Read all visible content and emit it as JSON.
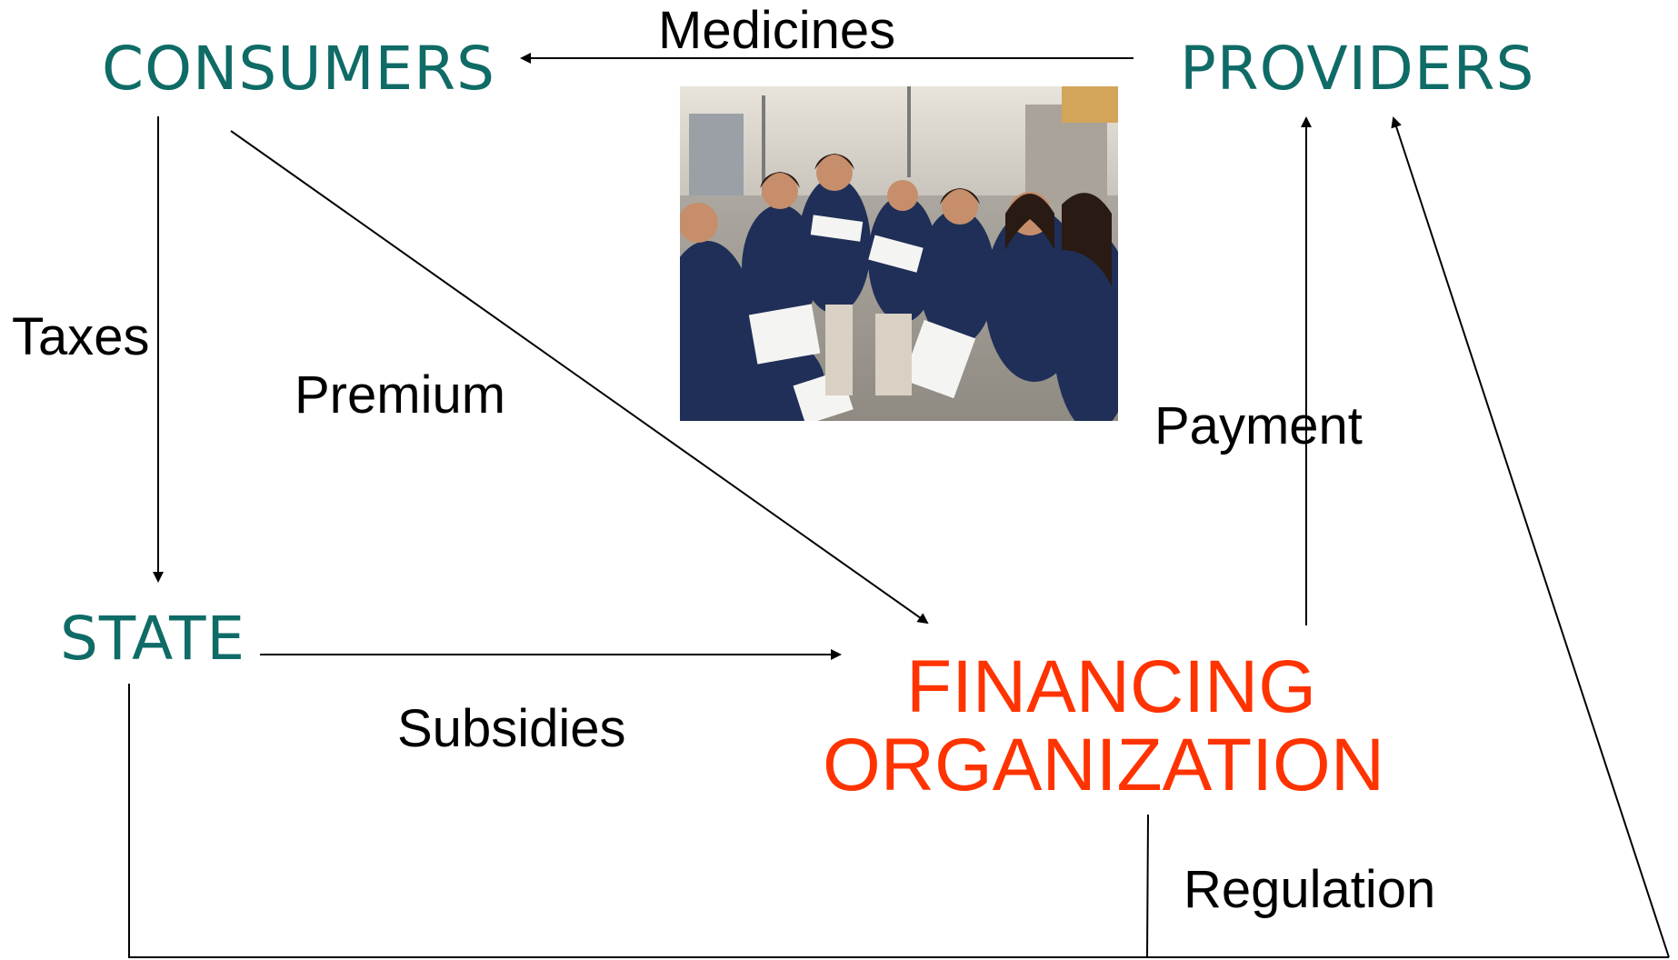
{
  "nodes": {
    "consumers": "CONSUMERS",
    "providers": "PROVIDERS",
    "state": "STATE",
    "financing_line1": "FINANCING",
    "financing_line2": "ORGANIZATION"
  },
  "edges": {
    "medicines": "Medicines",
    "taxes": "Taxes",
    "premium": "Premium",
    "payment": "Payment",
    "subsidies": "Subsidies",
    "regulation": "Regulation"
  },
  "colors": {
    "entity": "#0f6b66",
    "financing": "#ff3300",
    "label": "#000000"
  }
}
